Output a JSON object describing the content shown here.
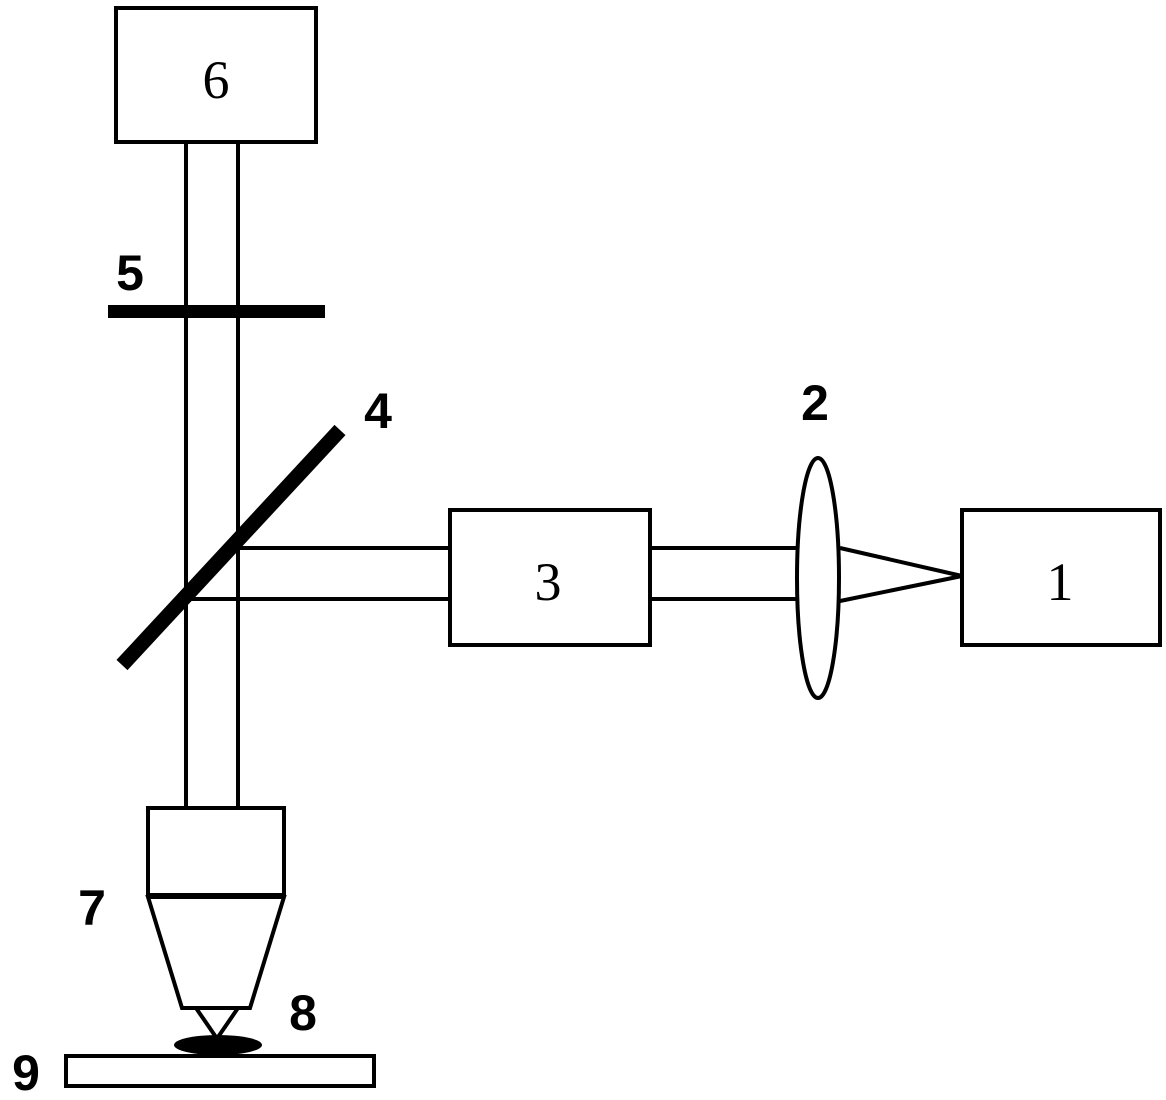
{
  "labels": {
    "component_1": "1",
    "component_2": "2",
    "component_3": "3",
    "component_4": "4",
    "component_5": "5",
    "component_6": "6",
    "component_7": "7",
    "component_8": "8",
    "component_9": "9"
  }
}
